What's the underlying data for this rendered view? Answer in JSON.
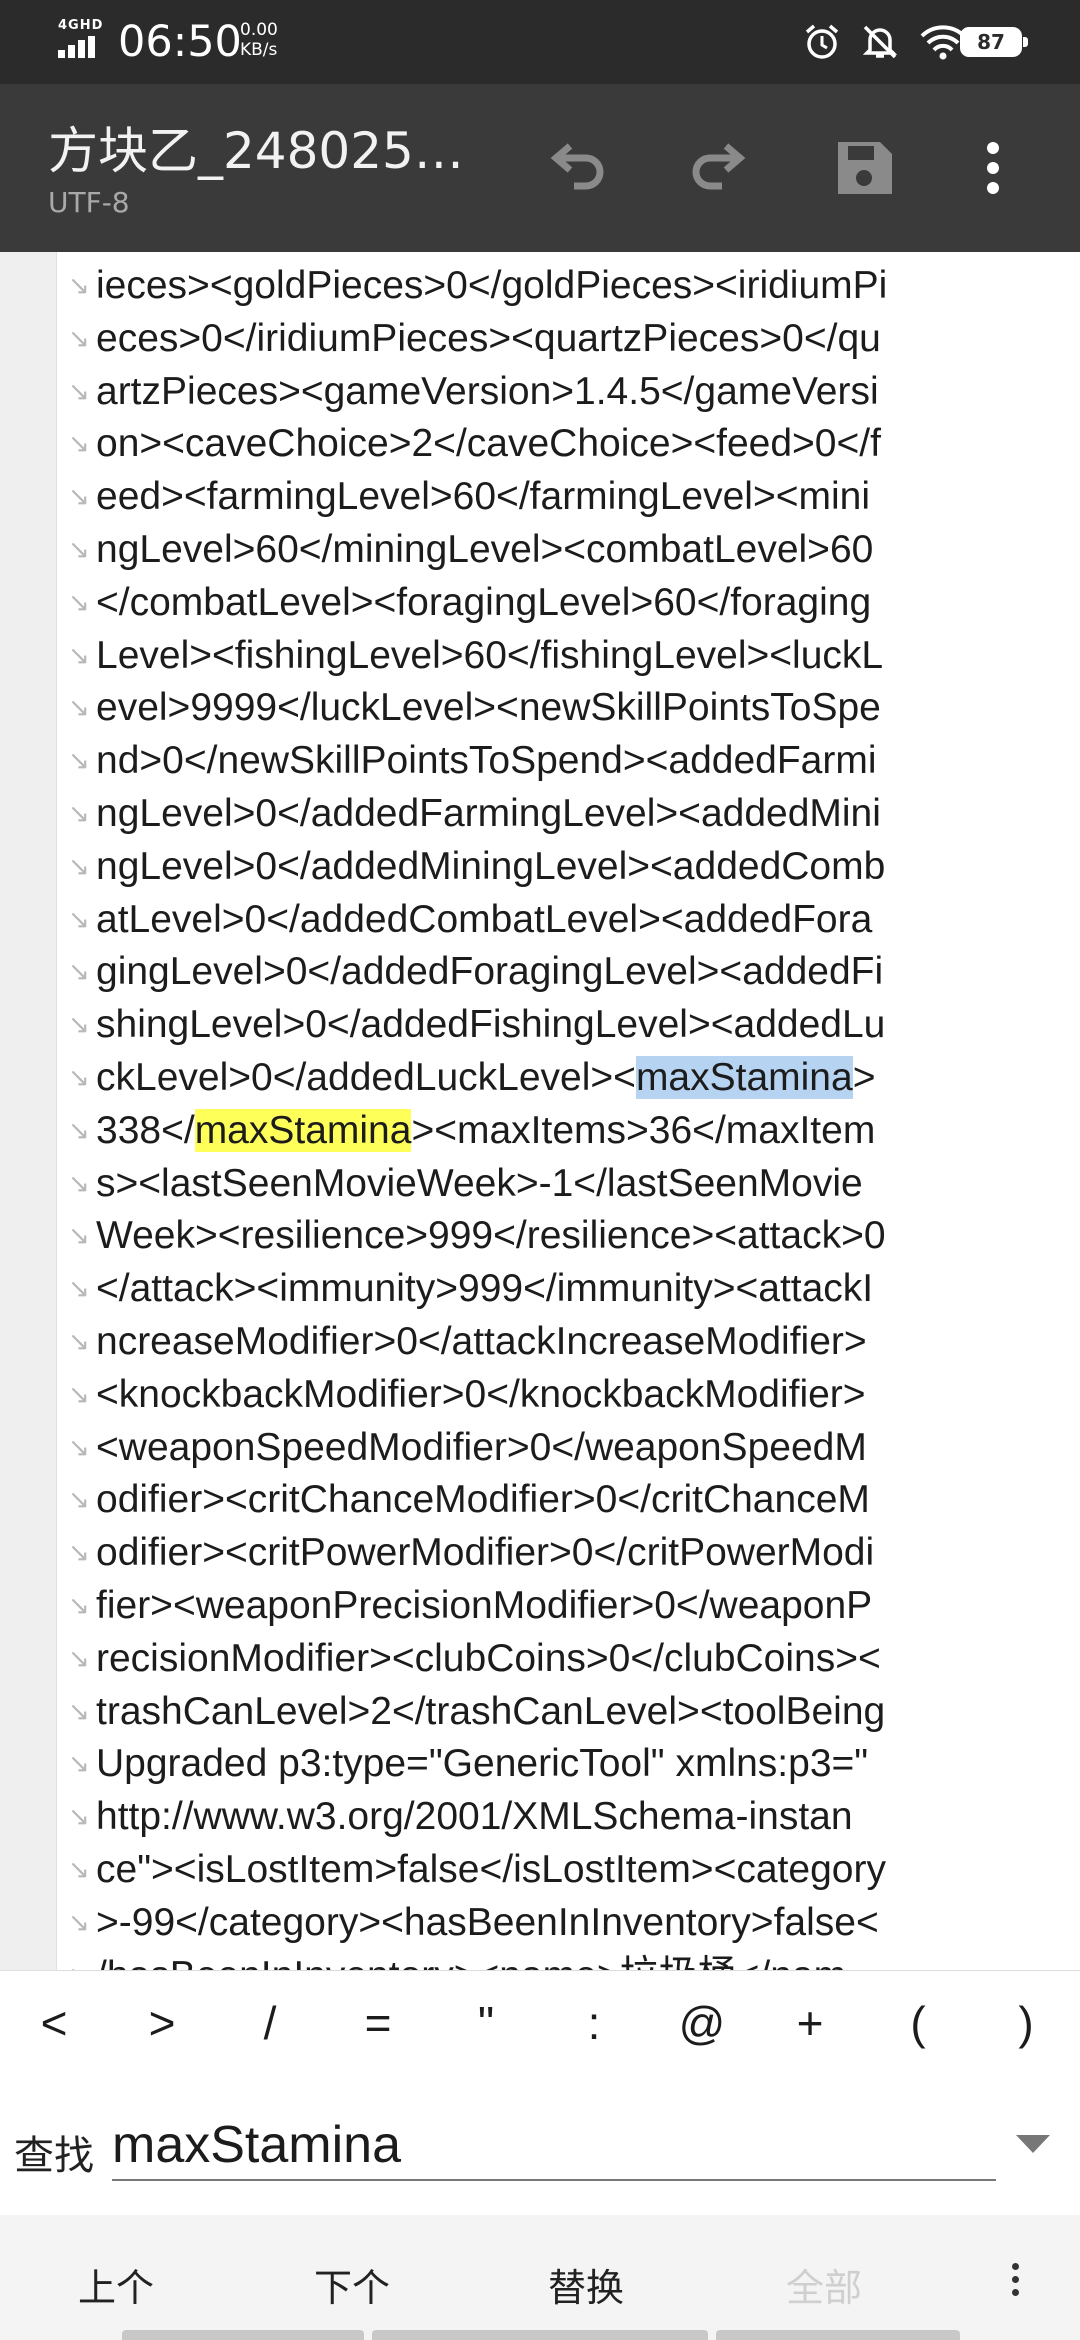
{
  "status_bar": {
    "network": "4GHD",
    "time": "06:50",
    "speed_value": "0.00",
    "speed_unit": "KB/s",
    "battery": "87"
  },
  "toolbar": {
    "title": "方块乙_248025…",
    "encoding": "UTF-8"
  },
  "editor": {
    "lines": [
      "ieces><goldPieces>0</goldPieces><iridiumPi",
      "eces>0</iridiumPieces><quartzPieces>0</qu",
      "artzPieces><gameVersion>1.4.5</gameVersi",
      "on><caveChoice>2</caveChoice><feed>0</f",
      "eed><farmingLevel>60</farmingLevel><mini",
      "ngLevel>60</miningLevel><combatLevel>60",
      "</combatLevel><foragingLevel>60</foraging",
      "Level><fishingLevel>60</fishingLevel><luckL",
      "evel>9999</luckLevel><newSkillPointsToSpe",
      "nd>0</newSkillPointsToSpend><addedFarmi",
      "ngLevel>0</addedFarmingLevel><addedMini",
      "ngLevel>0</addedMiningLevel><addedComb",
      "atLevel>0</addedCombatLevel><addedFora",
      "gingLevel>0</addedForagingLevel><addedFi",
      "shingLevel>0</addedFishingLevel><addedLu",
      "ckLevel>0</addedLuckLevel><",
      "338</",
      "s><lastSeenMovieWeek>-1</lastSeenMovie",
      "Week><resilience>999</resilience><attack>0",
      "</attack><immunity>999</immunity><attackI",
      "ncreaseModifier>0</attackIncreaseModifier>",
      "<knockbackModifier>0</knockbackModifier>",
      "<weaponSpeedModifier>0</weaponSpeedM",
      "odifier><critChanceModifier>0</critChanceM",
      "odifier><critPowerModifier>0</critPowerModi",
      "fier><weaponPrecisionModifier>0</weaponP",
      "recisionModifier><clubCoins>0</clubCoins><",
      "trashCanLevel>2</trashCanLevel><toolBeing",
      "Upgraded p3:type=\"GenericTool\" xmlns:p3=\"",
      "http://www.w3.org/2001/XMLSchema-instan",
      "ce\"><isLostItem>false</isLostItem><category",
      ">-99</category><hasBeenInInventory>false<",
      "/hasBeenInInventory><name>垃圾桶</nam"
    ],
    "line16_match": "maxStamina",
    "line16_tail": ">",
    "line17_match": "maxStamina",
    "line17_tail": "><maxItems>36</maxItem"
  },
  "symbols": [
    "<",
    ">",
    "/",
    "=",
    "\"",
    ":",
    "@",
    "+",
    "(",
    ")"
  ],
  "find": {
    "label": "查找",
    "value": "maxStamina"
  },
  "actions": {
    "prev": "上个",
    "next": "下个",
    "replace": "替换",
    "all": "全部"
  },
  "colors": {
    "current_match": "#b7d3f2",
    "other_match": "#ffff5a",
    "toolbar": "#3a3a3a",
    "status_bar": "#2b2b2b"
  }
}
